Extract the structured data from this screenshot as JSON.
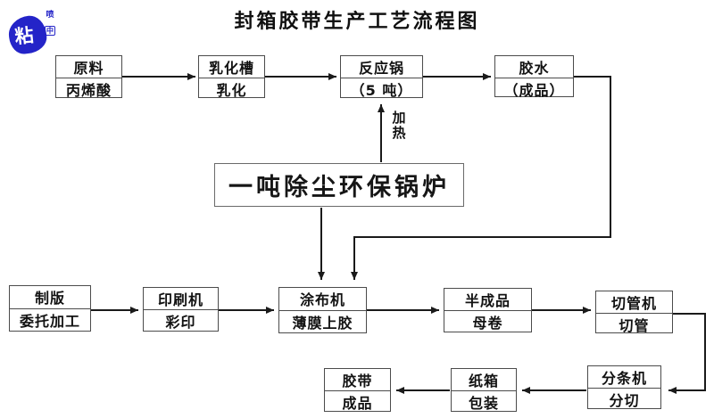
{
  "title": "封箱胶带生产工艺流程图",
  "logo": {
    "main_char": "粘",
    "stamp_top": "喷",
    "stamp_bottom": "中"
  },
  "colors": {
    "logo_blue": "#2424c8",
    "line_black": "#1a1a1a",
    "box_border": "#4b4b4b",
    "background": "#ffffff"
  },
  "heat_label": {
    "line1": "加",
    "line2": "热"
  },
  "boiler": {
    "label": "一吨除尘环保锅炉"
  },
  "nodes": {
    "raw": {
      "top": "原料",
      "bottom": "丙烯酸"
    },
    "emulsifier": {
      "top": "乳化槽",
      "bottom": "乳化"
    },
    "reactor": {
      "top": "反应锅",
      "bottom": "（5 吨）"
    },
    "glue": {
      "top": "胶水",
      "bottom": "（成品）"
    },
    "plate": {
      "top": "制版",
      "bottom": "委托加工"
    },
    "printer": {
      "top": "印刷机",
      "bottom": "彩印"
    },
    "coater": {
      "top": "涂布机",
      "bottom": "薄膜上胶"
    },
    "semi": {
      "top": "半成品",
      "bottom": "母卷"
    },
    "tube_cutter": {
      "top": "切管机",
      "bottom": "切管"
    },
    "slitter": {
      "top": "分条机",
      "bottom": "分切"
    },
    "carton": {
      "top": "纸箱",
      "bottom": "包装"
    },
    "tape": {
      "top": "胶带",
      "bottom": "成品"
    }
  }
}
